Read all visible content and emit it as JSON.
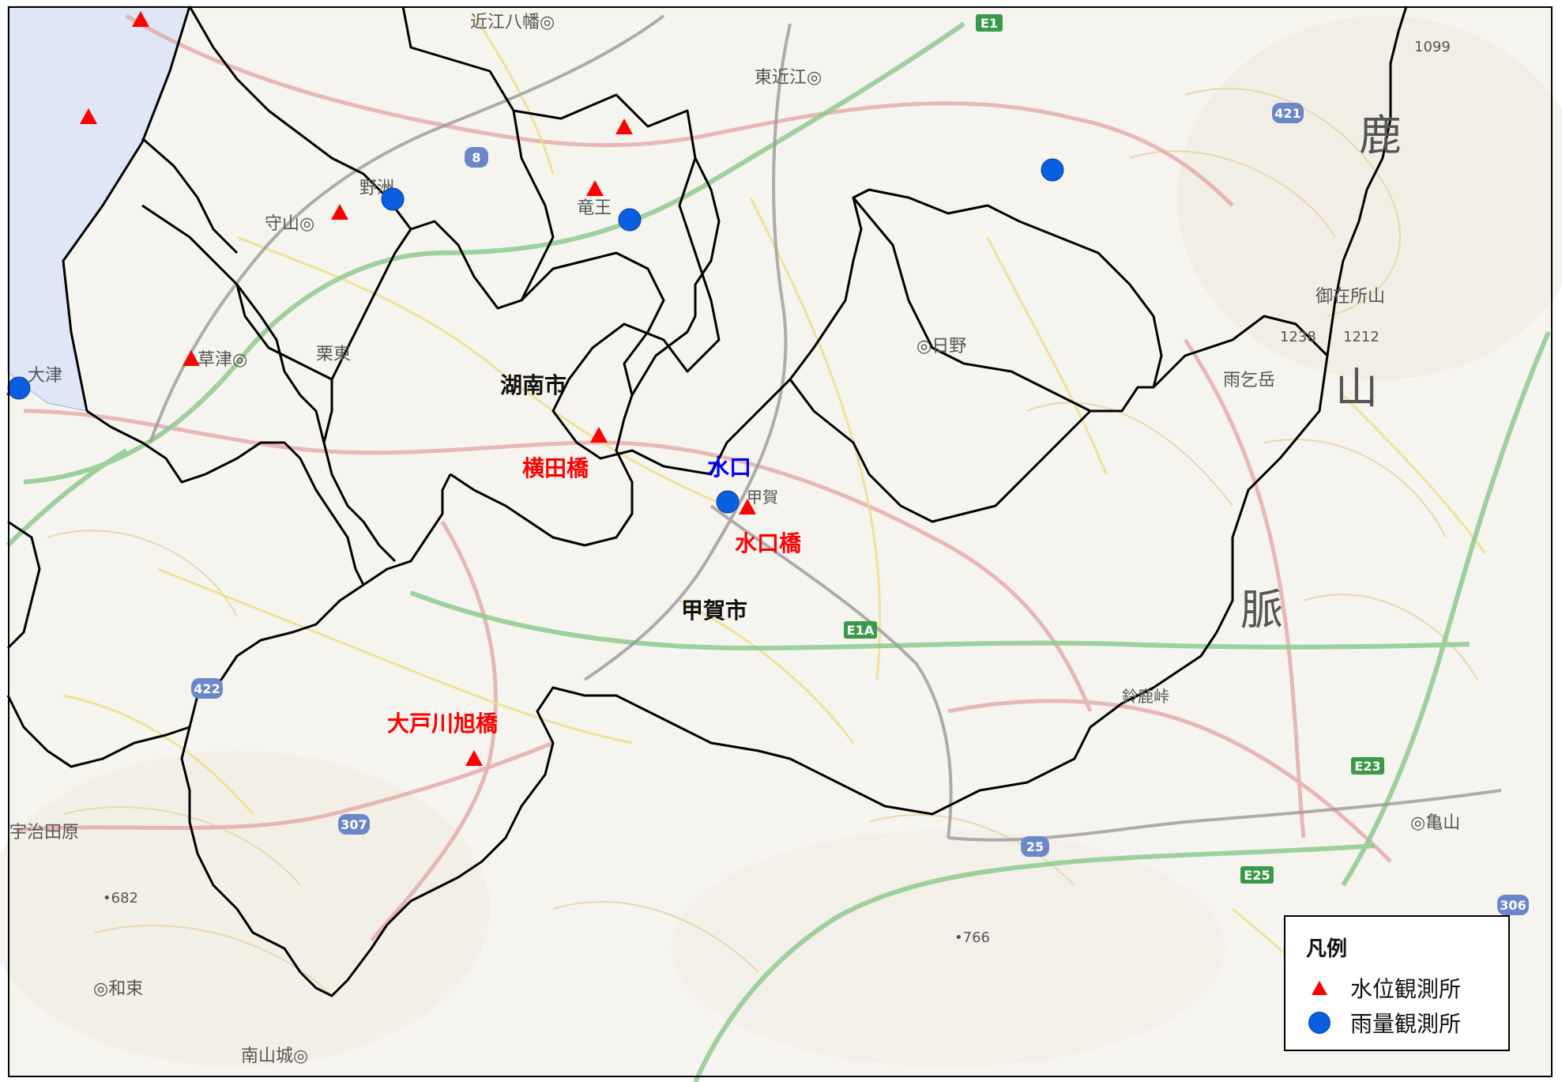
{
  "basemap": {
    "place_labels": [
      {
        "id": "omihachiman",
        "text": "近江八幡◎"
      },
      {
        "id": "higashiomi",
        "text": "東近江◎"
      },
      {
        "id": "yasu",
        "text": "野洲"
      },
      {
        "id": "moriyama",
        "text": "守山◎"
      },
      {
        "id": "ryuo",
        "text": "竜王"
      },
      {
        "id": "otsu",
        "text": "大津"
      },
      {
        "id": "kusatsu",
        "text": "草津◎"
      },
      {
        "id": "ritto",
        "text": "栗東"
      },
      {
        "id": "hino",
        "text": "◎日野"
      },
      {
        "id": "koka_small",
        "text": "甲賀"
      },
      {
        "id": "ujitawara",
        "text": "宇治田原"
      },
      {
        "id": "wazuka",
        "text": "◎和束"
      },
      {
        "id": "minamiyamashiro",
        "text": "南山城◎"
      },
      {
        "id": "kameyama",
        "text": "◎亀山"
      },
      {
        "id": "gozaisho",
        "text": "御在所山"
      },
      {
        "id": "amagoi",
        "text": "雨乞岳"
      },
      {
        "id": "suzuka_pass",
        "text": "鈴鹿峠"
      },
      {
        "id": "h1099",
        "text": "1099"
      },
      {
        "id": "h1238",
        "text": "1238"
      },
      {
        "id": "h1212",
        "text": "1212"
      },
      {
        "id": "h682",
        "text": "•682"
      },
      {
        "id": "h766",
        "text": "•766"
      },
      {
        "id": "suzu",
        "text": "鹿"
      },
      {
        "id": "yama",
        "text": "山"
      },
      {
        "id": "myaku",
        "text": "脈"
      }
    ],
    "road_shields": [
      {
        "text": "8"
      },
      {
        "text": "421"
      },
      {
        "text": "422"
      },
      {
        "text": "307"
      },
      {
        "text": "25"
      },
      {
        "text": "306"
      },
      {
        "text": "E1"
      },
      {
        "text": "E1A"
      },
      {
        "text": "E23"
      },
      {
        "text": "E25"
      }
    ]
  },
  "cities": [
    {
      "id": "konan",
      "name": "湖南市"
    },
    {
      "id": "koka",
      "name": "甲賀市"
    }
  ],
  "stations_labeled": [
    {
      "id": "yokotabashi",
      "name": "横田橋",
      "kind": "water_level"
    },
    {
      "id": "minakuchibashi",
      "name": "水口橋",
      "kind": "water_level"
    },
    {
      "id": "oto_asahibashi",
      "name": "大戸川旭橋",
      "kind": "water_level"
    },
    {
      "id": "minakuchi",
      "name": "水口",
      "kind": "rainfall"
    }
  ],
  "legend": {
    "title": "凡例",
    "items": [
      {
        "symbol": "red-triangle",
        "label": "水位観測所"
      },
      {
        "symbol": "blue-circle",
        "label": "雨量観測所"
      }
    ]
  },
  "colors": {
    "water_level_marker": "#ff0000",
    "rainfall_marker": "#0a5fe0",
    "lake": "#dfe6f6",
    "boundary": "#000000"
  }
}
